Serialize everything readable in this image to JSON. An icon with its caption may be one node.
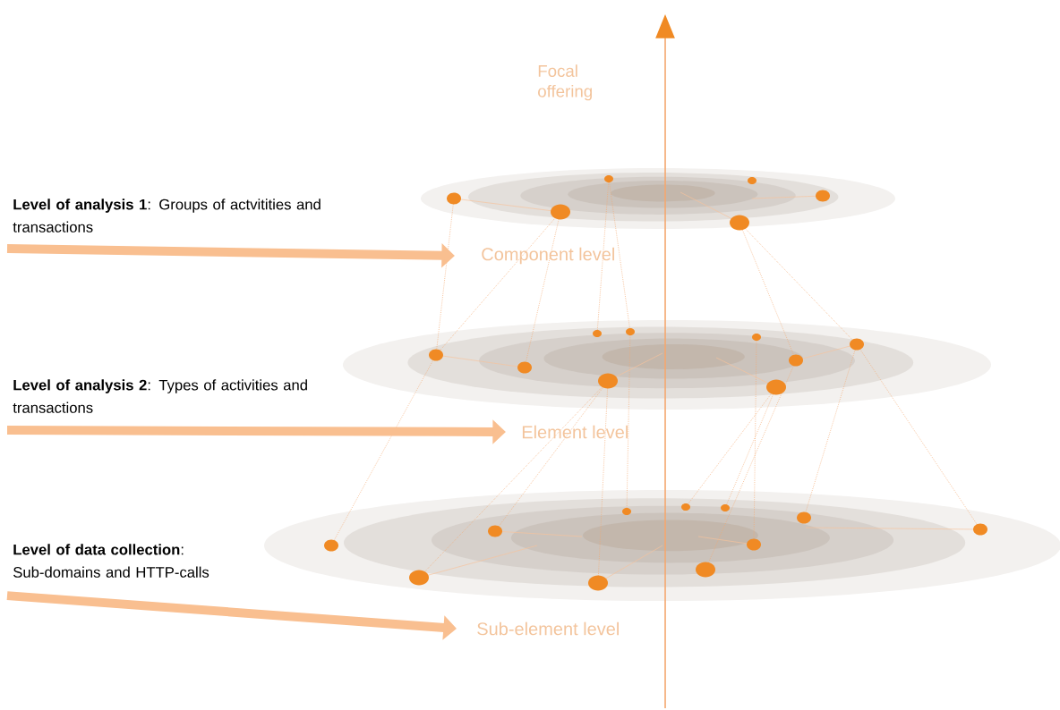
{
  "diagram": {
    "nodes": [
      {
        "text": [
          "**Level of analysis 1**: Groups of actvitities and transactions"
        ]
      },
      {
        "text": [
          "**Level of analysis 2**: Types of activities and transactions"
        ]
      },
      {
        "text": [
          "**Level of data collection**:",
          "Sub-domains and HTTP-calls"
        ]
      },
      {
        "text": [
          "Component level"
        ]
      },
      {
        "text": [
          "Element level"
        ]
      },
      {
        "text": [
          "Sub-element level"
        ]
      }
    ],
    "edges": [
      {
        "from": 0,
        "to": 3,
        "arrow": "to"
      },
      {
        "from": 1,
        "to": 4,
        "arrow": "to"
      },
      {
        "from": 2,
        "to": 5,
        "arrow": "to"
      }
    ],
    "labels": [
      "Focal offering"
    ]
  }
}
